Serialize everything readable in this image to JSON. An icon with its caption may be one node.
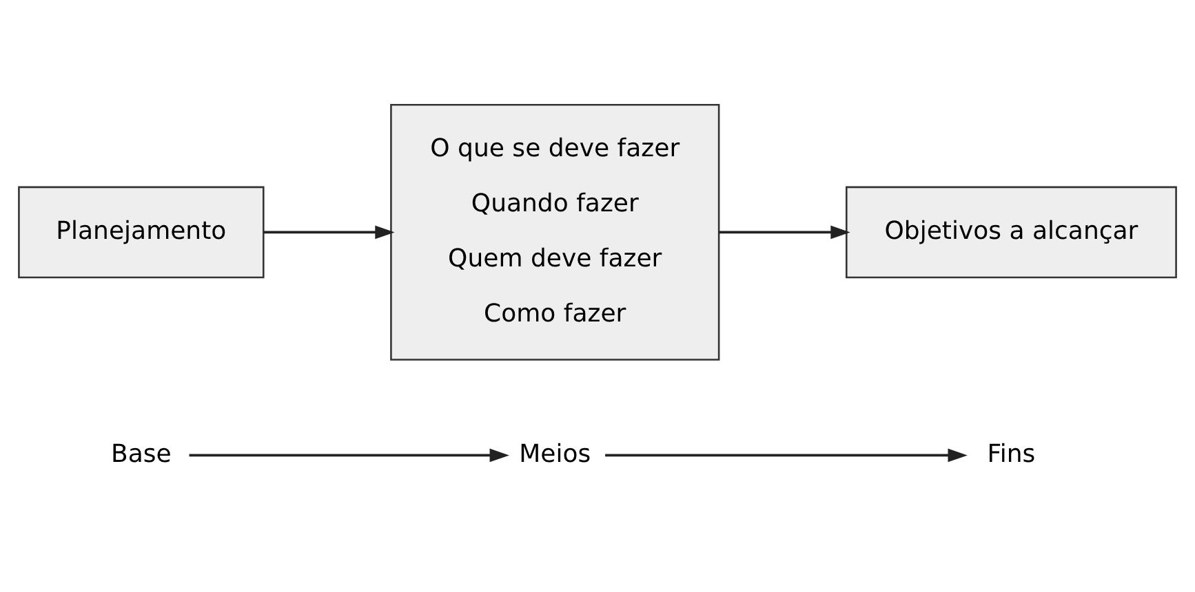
{
  "diagram": {
    "nodes": [
      {
        "text": [
          "Base"
        ]
      },
      {
        "text": [
          "Meios"
        ]
      },
      {
        "text": [
          "Fins"
        ]
      },
      {
        "text": [
          "Planejamento"
        ]
      },
      {
        "text": [
          "O que se deve fazer",
          "Quando fazer",
          "Quem deve fazer",
          "Como fazer"
        ]
      },
      {
        "text": [
          "Objetivos a alcançar"
        ]
      }
    ],
    "edges": [
      {
        "from": 0,
        "to": 1,
        "arrow": "to"
      },
      {
        "from": 1,
        "to": 2,
        "arrow": "to"
      },
      {
        "from": 3,
        "to": 4,
        "arrow": "to"
      },
      {
        "from": 4,
        "to": 5,
        "arrow": "to"
      }
    ]
  }
}
